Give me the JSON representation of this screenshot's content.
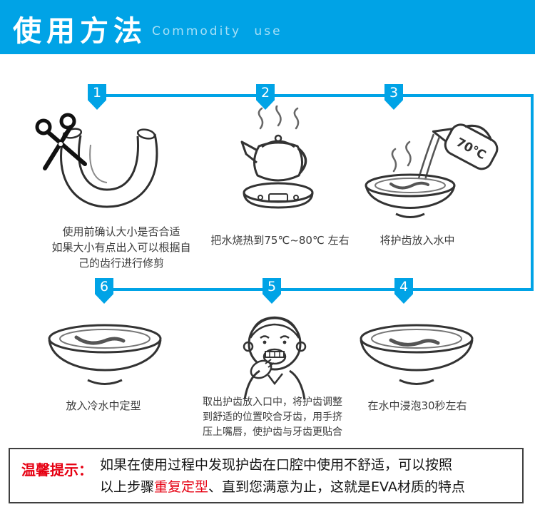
{
  "header": {
    "title": "使用方法",
    "subtitle": "Commodity use"
  },
  "steps": [
    {
      "number": "1",
      "icon": "scissors-trim-mouthguard",
      "caption_lines": [
        "使用前确认大小是否合适",
        "如果大小有点出入可以根据自",
        "己的齿行进行修剪"
      ]
    },
    {
      "number": "2",
      "icon": "kettle-heating-water",
      "caption_lines": [
        "把水烧热到75℃~80℃ 左右"
      ]
    },
    {
      "number": "3",
      "icon": "pour-hot-water-into-bowl",
      "temp_label": "70℃",
      "caption_lines": [
        "将护齿放入水中"
      ]
    },
    {
      "number": "4",
      "icon": "mouthguard-soaking-bowl",
      "caption_lines": [
        "在水中浸泡30秒左右"
      ]
    },
    {
      "number": "5",
      "icon": "boy-fitting-mouthguard",
      "caption_lines": [
        "取出护齿放入口中，将护齿调整",
        "到舒适的位置咬合牙齿，用手挤",
        "压上嘴唇，使护齿与牙齿更贴合"
      ]
    },
    {
      "number": "6",
      "icon": "mouthguard-cold-water-bowl",
      "caption_lines": [
        "放入冷水中定型"
      ]
    }
  ],
  "notice": {
    "label": "温馨提示：",
    "line1": "如果在使用过程中发现护齿在口腔中使用不舒适，可以按照",
    "line2_prefix": "以上步骤",
    "line2_highlight": "重复定型",
    "line2_suffix": "、直到您满意为止，这就是EVA材质的特点"
  },
  "colors": {
    "accent_blue": "#00a3e6",
    "highlight_red": "#e60012"
  }
}
